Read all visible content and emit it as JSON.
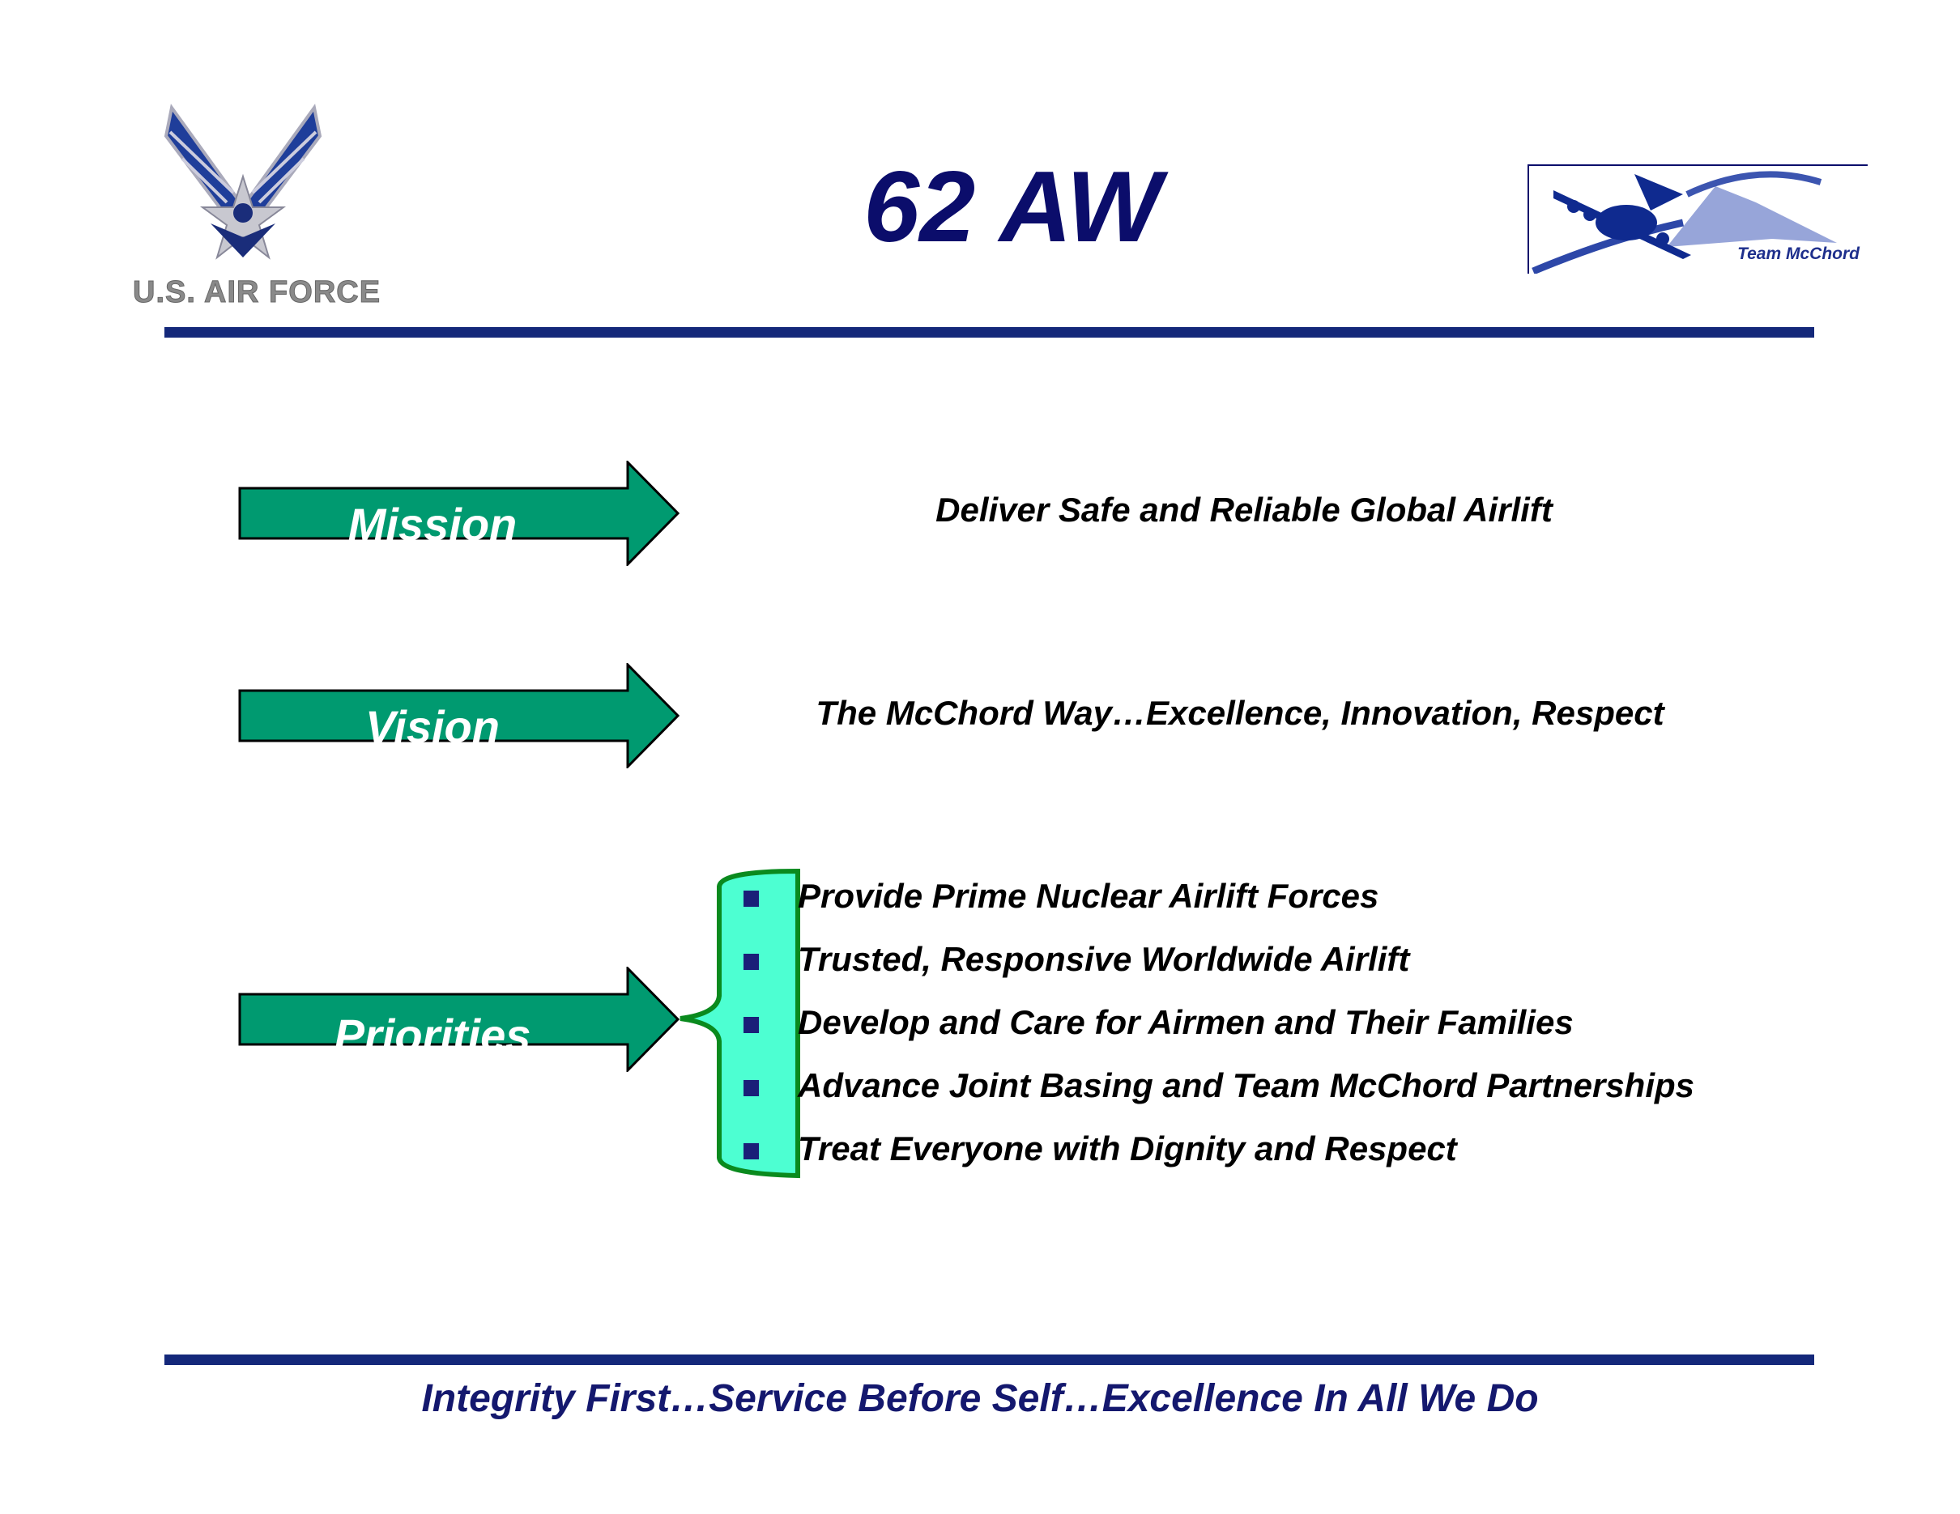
{
  "header": {
    "title": "62 AW",
    "usaf_logo_text": "U.S. AIR FORCE",
    "team_logo_text": "Team McChord"
  },
  "rows": {
    "mission": {
      "label": "Mission",
      "text": "Deliver Safe and Reliable Global Airlift"
    },
    "vision": {
      "label": "Vision",
      "text": "The McChord Way…Excellence, Innovation, Respect"
    },
    "priorities": {
      "label": "Priorities",
      "items": [
        "Provide Prime Nuclear Airlift Forces",
        "Trusted, Responsive Worldwide Airlift",
        "Develop and Care for Airmen and Their Families",
        "Advance Joint Basing and Team McChord Partnerships",
        "Treat Everyone with Dignity and Respect"
      ]
    }
  },
  "footer": {
    "motto": "Integrity First…Service Before Self…Excellence In All We Do"
  },
  "colors": {
    "arrow": "#009a70",
    "bracket_fill": "#4dffd2",
    "bracket_stroke": "#0a8a1e",
    "rule": "#14287a",
    "title": "#0b0d6b"
  }
}
